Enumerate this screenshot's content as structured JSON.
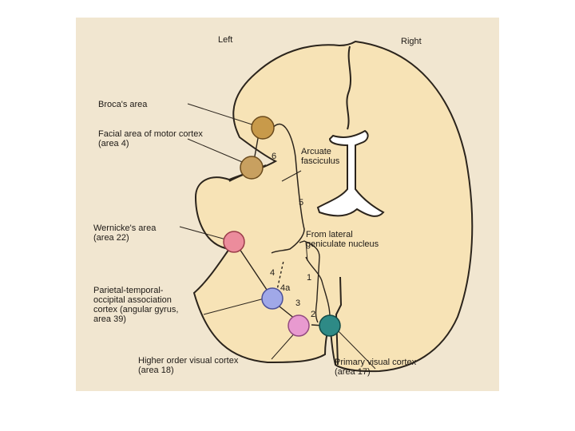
{
  "hemispheres": {
    "left": "Left",
    "right": "Right"
  },
  "labels": {
    "broca": "Broca's area",
    "facial": "Facial area of motor cortex\n(area 4)",
    "arcuate": "Arcuate\nfasciculus",
    "wernicke": "Wernicke's area\n(area 22)",
    "geniculate": "From lateral\ngeniculate nucleus",
    "parietal": "Parietal-temporal-\noccipital association\ncortex (angular gyrus,\narea 39)",
    "higher_visual": "Higher order visual cortex\n(area 18)",
    "primary_visual": "Primary visual cortex\n(area 17)"
  },
  "pathway_numbers": {
    "n1": "1",
    "n2": "2",
    "n3": "3",
    "n4": "4",
    "n4a": "4a",
    "n5": "5",
    "n6": "6"
  },
  "colors": {
    "brain": "#f7e3b6",
    "outline": "#2b241c",
    "broca": "#c89a4a",
    "facial": "#c8a060",
    "wernicke": "#ec8c9c",
    "angular": "#a0a8e8",
    "higher_visual": "#e89ad0",
    "primary_visual": "#2e8a86"
  }
}
